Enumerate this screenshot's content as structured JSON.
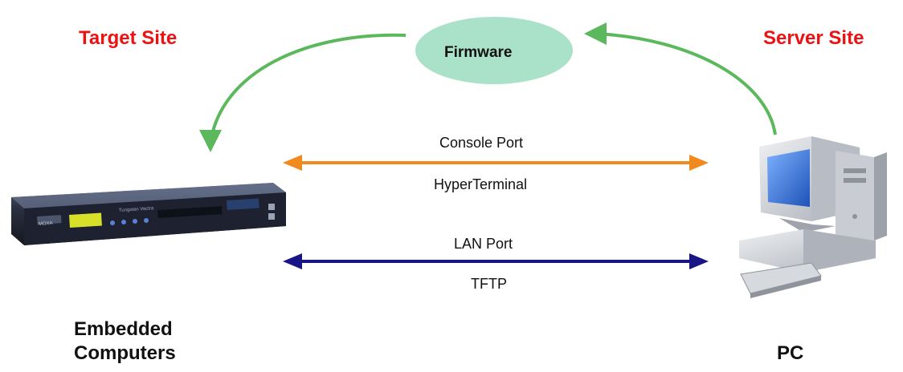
{
  "sites": {
    "target": "Target Site",
    "server": "Server Site"
  },
  "firmware": {
    "label": "Firmware"
  },
  "links": {
    "console": {
      "top": "Console Port",
      "bottom": "HyperTerminal"
    },
    "lan": {
      "top": "LAN Port",
      "bottom": "TFTP"
    }
  },
  "nodes": {
    "embedded": {
      "line1": "Embedded",
      "line2": "Computers"
    },
    "pc": {
      "label": "PC"
    }
  },
  "device": {
    "brand": "MOXA",
    "panel_text": "Tungsten Vectra"
  },
  "colors": {
    "site_label": "#ee1111",
    "firmware_fill": "#a9e2c8",
    "green_arrow": "#5cb85c",
    "console_arrow": "#f0891e",
    "lan_arrow": "#1a1585",
    "device_body": "#2a2f3c",
    "device_lcd": "#d8e12a",
    "monitor_screen": "#3a78d6",
    "pc_body": "#c9ccd2"
  },
  "icons": [
    "embedded-computer-icon",
    "pc-icon"
  ]
}
